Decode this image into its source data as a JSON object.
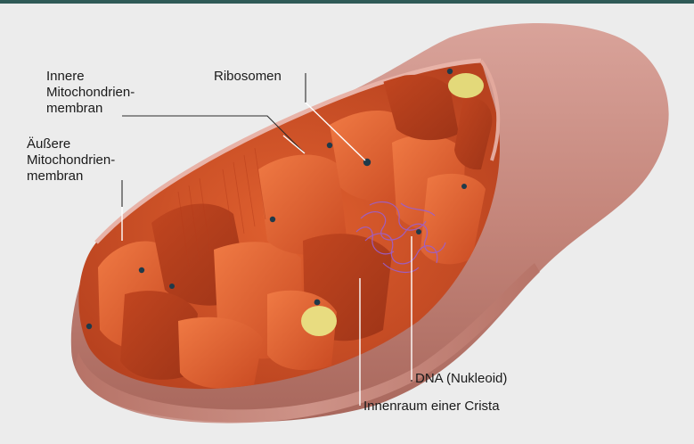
{
  "labels": {
    "inner_membrane": [
      "Innere",
      "Mitochondrien-",
      "membran"
    ],
    "outer_membrane": [
      "Äußere",
      "Mitochondrien-",
      "membran"
    ],
    "ribosomes": "Ribosomen",
    "dna": "DNA (Nukleoid)",
    "crista_space": "Innenraum einer Crista"
  },
  "colors": {
    "header_bar": "#2f5a57",
    "background": "#ececec",
    "outer_membrane": "#c98b7f",
    "matrix": "#d9542a",
    "cristae": "#e56a3a",
    "dna": "#9a5fd0",
    "granules": "#e3d97a",
    "ribosomes": "#1f3a4a"
  }
}
